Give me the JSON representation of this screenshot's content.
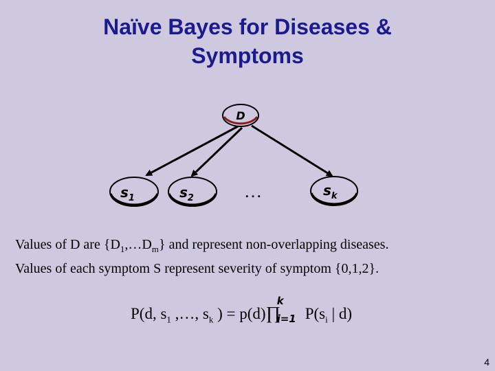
{
  "slide": {
    "title_line1": "Naïve Bayes for Diseases &",
    "title_line2": "Symptoms",
    "page_number": "4"
  },
  "diagram": {
    "root": "D",
    "children": [
      {
        "letter": "s",
        "subscript": "1"
      },
      {
        "letter": "s",
        "subscript": "2"
      },
      {
        "letter": "s",
        "subscript": "k"
      }
    ],
    "ellipsis": "…"
  },
  "body_text": {
    "line1_a": "Values of D are {D",
    "line1_sub1": "1",
    "line1_b": ",…D",
    "line1_sub2": "m",
    "line1_c": "} and represent non-overlapping diseases.",
    "line2": "Values of each symptom S represent severity of symptom {0,1,2}."
  },
  "formula": {
    "lhs_a": "P(d, s",
    "lhs_sub1": "1",
    "lhs_b": " ,…, s",
    "lhs_subk": "k",
    "lhs_c": " ) = p(d)",
    "prod_symbol": "∏",
    "prod_upper": "k",
    "prod_lower": "i=1",
    "rhs_a": " P(s",
    "rhs_sub": "i",
    "rhs_b": " | d)"
  },
  "colors": {
    "background": "#cfc9e0",
    "title": "#1b1b8f",
    "node_fill": "#cfc9e0",
    "node_stroke": "#000000",
    "node_highlight": "#8a1f1f"
  }
}
